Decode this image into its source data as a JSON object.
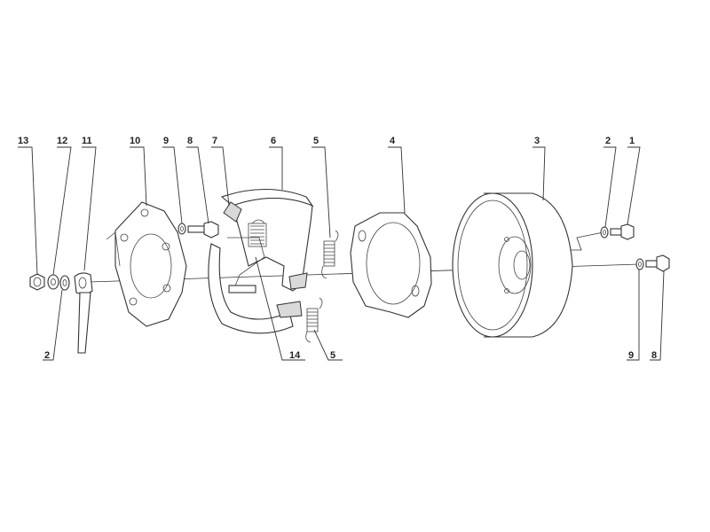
{
  "diagram": {
    "callouts_top": [
      "13",
      "12",
      "11",
      "10",
      "9",
      "8",
      "7",
      "6",
      "5",
      "4",
      "3",
      "2",
      "1"
    ],
    "callouts_bottom": [
      "2",
      "14",
      "5",
      "9",
      "8"
    ]
  }
}
